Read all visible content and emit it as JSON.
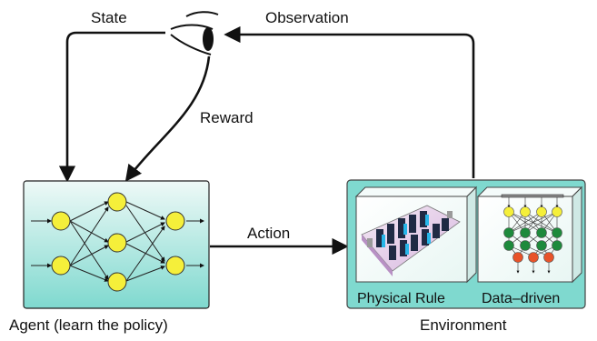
{
  "labels": {
    "state": "State",
    "observation": "Observation",
    "reward": "Reward",
    "action": "Action",
    "agent": "Agent (learn the policy)",
    "environment": "Environment",
    "physical_rule": "Physical Rule",
    "data_driven": "Data–driven"
  },
  "icons": {
    "observer": "eye-icon",
    "datacenter": "datacenter-floorplan-icon",
    "neural_net": "neural-network-icon"
  },
  "colors": {
    "agent_box_top": "#e6f7f4",
    "agent_box_bottom": "#7fd9cf",
    "env_box": "#7fd9cf",
    "node_yellow": "#f5ef3a",
    "node_green": "#1e8a3c",
    "node_red": "#e8532a",
    "arrow": "#111111"
  }
}
